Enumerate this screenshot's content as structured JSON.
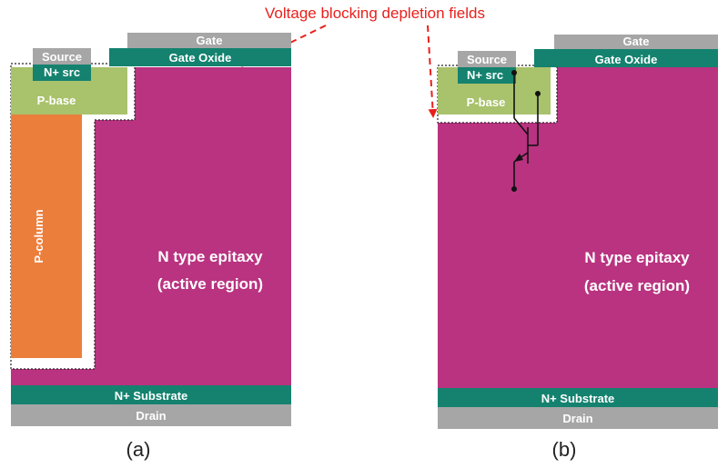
{
  "annotation": "Voltage blocking  depletion fields",
  "left": {
    "caption": "(a)",
    "source": "Source",
    "gate": "Gate",
    "gate_oxide": "Gate Oxide",
    "n_src": "N+ src",
    "p_base": "P-base",
    "p_column": "P-column",
    "epi_line1": "N type epitaxy",
    "epi_line2": "(active region)",
    "substrate": "N+ Substrate",
    "drain": "Drain"
  },
  "right": {
    "caption": "(b)",
    "source": "Source",
    "gate": "Gate",
    "gate_oxide": "Gate Oxide",
    "n_src": "N+ src",
    "p_base": "P-base",
    "epi_line1": "N type epitaxy",
    "epi_line2": "(active region)",
    "substrate": "N+ Substrate",
    "drain": "Drain"
  },
  "colors": {
    "epitaxy": "#b93380",
    "substrate": "#14826f",
    "drain": "#a6a6a6",
    "p_base": "#a9c26c",
    "p_column": "#ec7e3c",
    "annotation": "#e8201c"
  }
}
